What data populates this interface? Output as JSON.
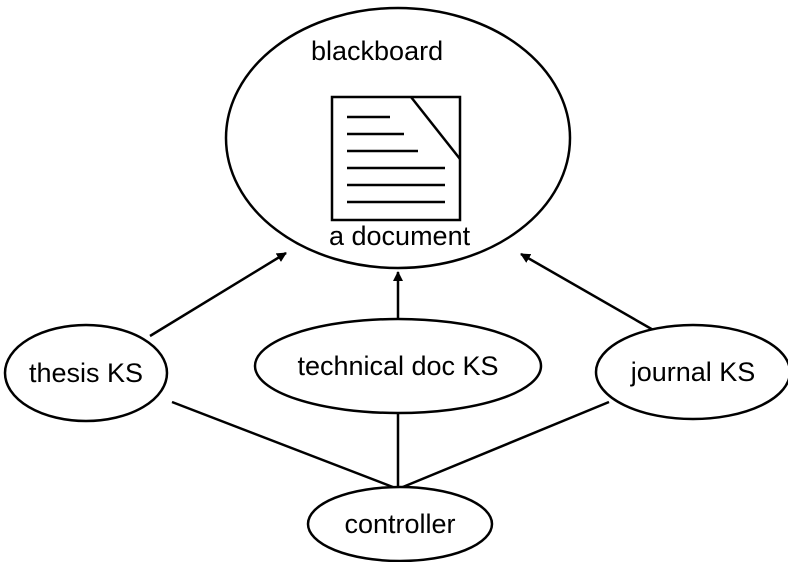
{
  "blackboard": {
    "title": "blackboard",
    "document_label": "a document"
  },
  "knowledge_sources": [
    {
      "label": "thesis KS"
    },
    {
      "label": "technical doc KS"
    },
    {
      "label": "journal KS"
    }
  ],
  "controller": {
    "label": "controller"
  },
  "colors": {
    "stroke": "#000000",
    "background": "#ffffff"
  }
}
